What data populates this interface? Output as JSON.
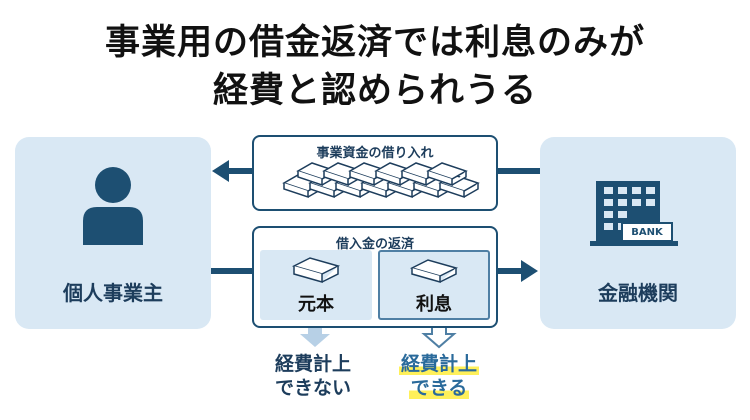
{
  "title": {
    "line1": "事業用の借金返済では利息のみが",
    "line2": "経費と認められうる"
  },
  "left_party": {
    "label": "個人事業主"
  },
  "right_party": {
    "label": "金融機関",
    "building_sign": "BANK"
  },
  "borrowing": {
    "title": "事業資金の借り入れ"
  },
  "repayment": {
    "title": "借入金の返済",
    "principal_label": "元本",
    "interest_label": "利息"
  },
  "results": {
    "principal": {
      "line1": "経費計上",
      "line2": "できない"
    },
    "interest": {
      "line1": "経費計上",
      "line2": "できる"
    }
  },
  "colors": {
    "navy": "#1d4f72",
    "light_blue": "#d9e8f4",
    "text_navy": "#1d3d5c",
    "highlight": "#fff05a"
  },
  "icons": [
    "person-icon",
    "bank-building-icon",
    "cash-stack-icon",
    "arrow-left-icon",
    "arrow-right-icon",
    "arrow-down-icon"
  ]
}
